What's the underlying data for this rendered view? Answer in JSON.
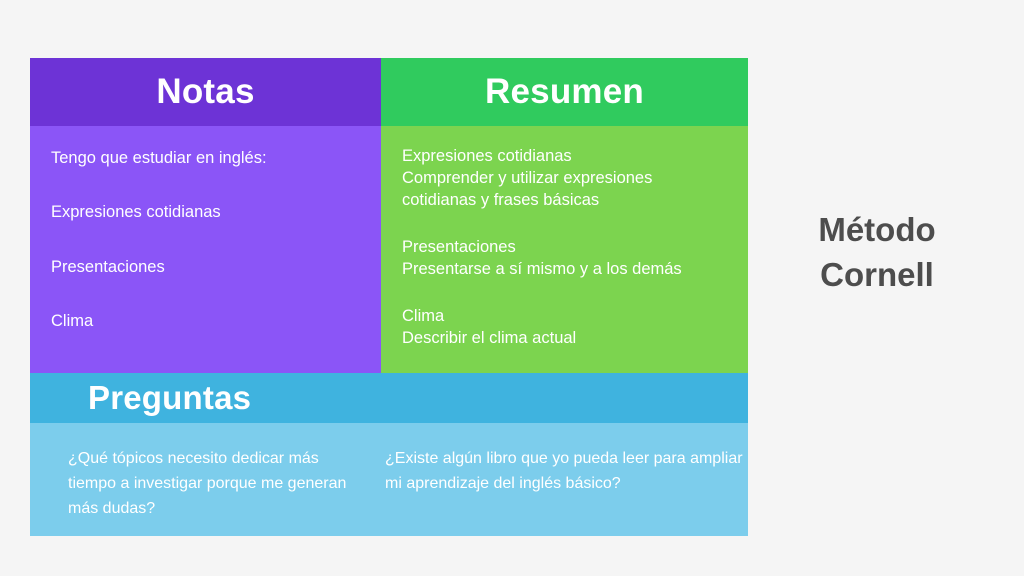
{
  "background_color": "#f5f5f5",
  "method_title": {
    "line1": "Método",
    "line2": "Cornell"
  },
  "card": {
    "notes": {
      "header": "Notas",
      "header_color": "#6d33d6",
      "body_color": "#8b55f7",
      "lines": [
        "Tengo que estudiar en inglés:",
        "Expresiones cotidianas",
        "Presentaciones",
        "Clima"
      ]
    },
    "summary": {
      "header": "Resumen",
      "header_color": "#30cb5e",
      "body_color": "#7cd44f",
      "groups": [
        {
          "title": "Expresiones cotidianas",
          "detail_line1": "Comprender y utilizar expresiones",
          "detail_line2": "cotidianas y frases básicas"
        },
        {
          "title": "Presentaciones",
          "detail_line1": "Presentarse a sí mismo y a los demás",
          "detail_line2": ""
        },
        {
          "title": "Clima",
          "detail_line1": "Describir el clima actual",
          "detail_line2": ""
        }
      ]
    },
    "questions": {
      "header": "Preguntas",
      "header_color": "#3fb3df",
      "body_color": "#7ccdec",
      "question_left": "¿Qué tópicos necesito dedicar más tiempo a investigar porque me generan más dudas?",
      "question_right": "¿Existe algún libro que yo pueda leer para ampliar mi aprendizaje del inglés básico?"
    }
  }
}
